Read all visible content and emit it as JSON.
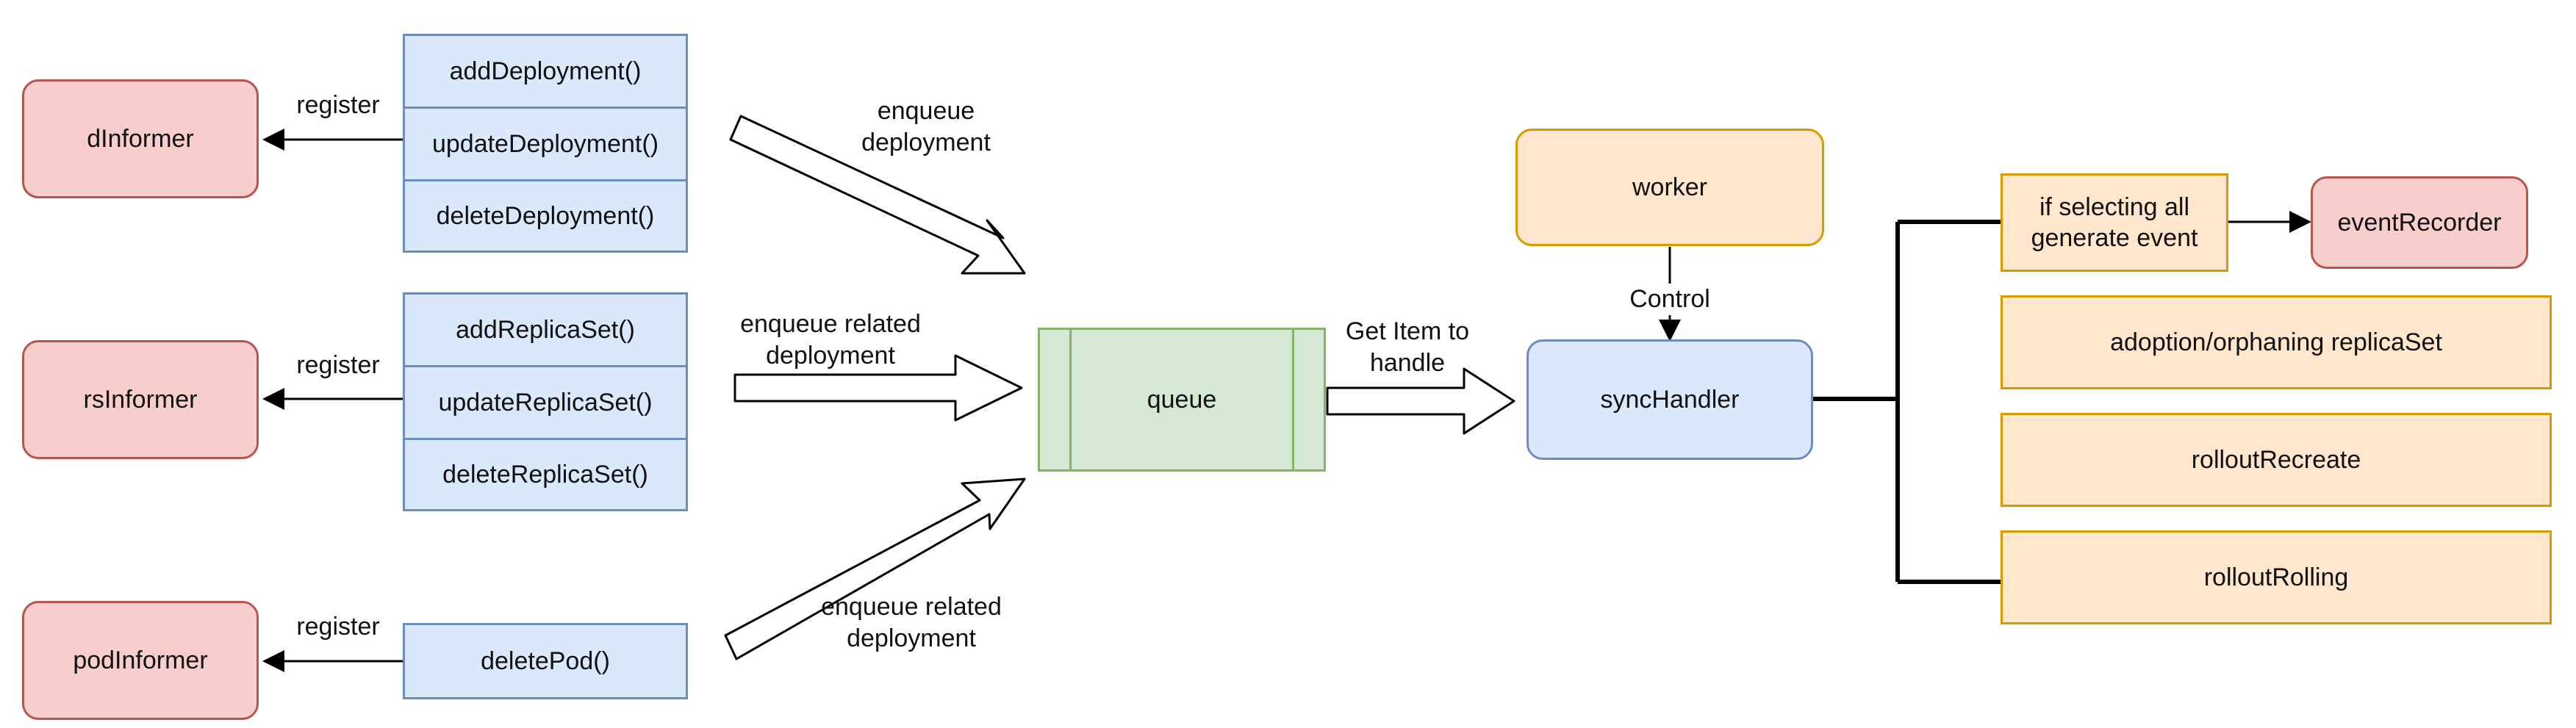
{
  "informers": {
    "d": "dInformer",
    "rs": "rsInformer",
    "pod": "podInformer"
  },
  "handlers": {
    "deployment": [
      "addDeployment()",
      "updateDeployment()",
      "deleteDeployment()"
    ],
    "replicaset": [
      "addReplicaSet()",
      "updateReplicaSet()",
      "deleteReplicaSet()"
    ],
    "pod": [
      "deletePod()"
    ]
  },
  "register_label": "register",
  "enqueue": {
    "deployment": "enqueue\ndeployment",
    "related_rs": "enqueue related\ndeployment",
    "related_pod": "enqueue related\ndeployment"
  },
  "queue": "queue",
  "get_item": "Get Item to\nhandle",
  "worker": "worker",
  "control": "Control",
  "sync_handler": "syncHandler",
  "actions": {
    "select_all": "if selecting all\ngenerate event",
    "adoption": "adoption/orphaning replicaSet",
    "recreate": "rolloutRecreate",
    "rolling": "rolloutRolling"
  },
  "event_recorder": "eventRecorder",
  "colors": {
    "informer_fill": "#f8cecc",
    "informer_stroke": "#b85450",
    "handler_fill": "#dae8fc",
    "handler_stroke": "#6c8ebf",
    "queue_fill": "#d5e8d4",
    "queue_stroke": "#82b366",
    "worker_fill": "#ffe6cc",
    "worker_stroke": "#d79b00"
  }
}
